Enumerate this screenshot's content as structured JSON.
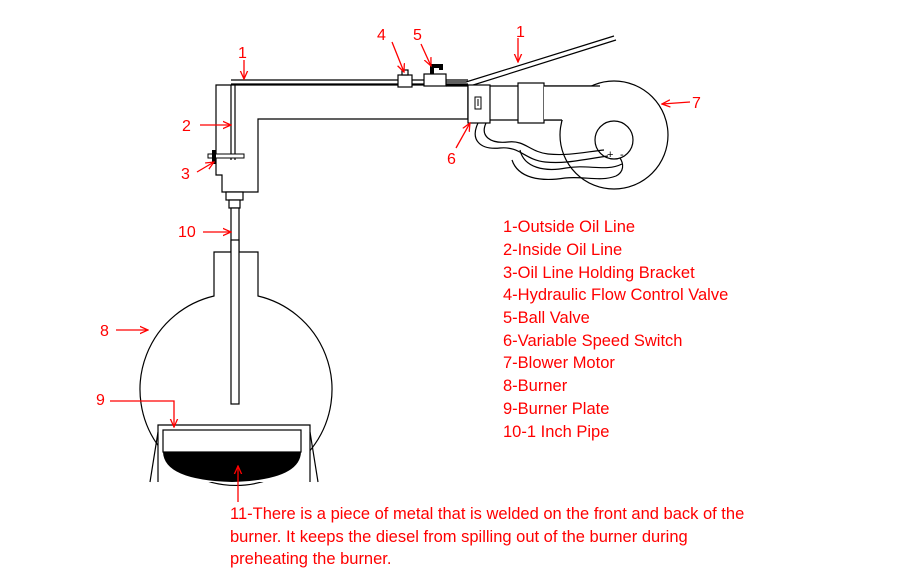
{
  "callouts": {
    "c1_left": "1",
    "c1_right": "1",
    "c2": "2",
    "c3": "3",
    "c4": "4",
    "c5": "5",
    "c6": "6",
    "c7": "7",
    "c8": "8",
    "c9": "9",
    "c10": "10"
  },
  "legend": [
    "1-Outside Oil Line",
    "2-Inside Oil Line",
    "3-Oil Line Holding Bracket",
    "4-Hydraulic Flow Control Valve",
    "5-Ball Valve",
    "6-Variable Speed Switch",
    "7-Blower Motor",
    "8-Burner",
    "9-Burner Plate",
    "10-1 Inch Pipe"
  ],
  "note": [
    "11-There is a piece of metal that is welded on the front and back of the",
    "burner. It keeps the diesel from spilling out of the burner during",
    "preheating the burner."
  ],
  "motor_terminals": {
    "plus": "+",
    "minus": "-"
  },
  "colors": {
    "annotation": "#ff0000",
    "drawing": "#000000"
  }
}
